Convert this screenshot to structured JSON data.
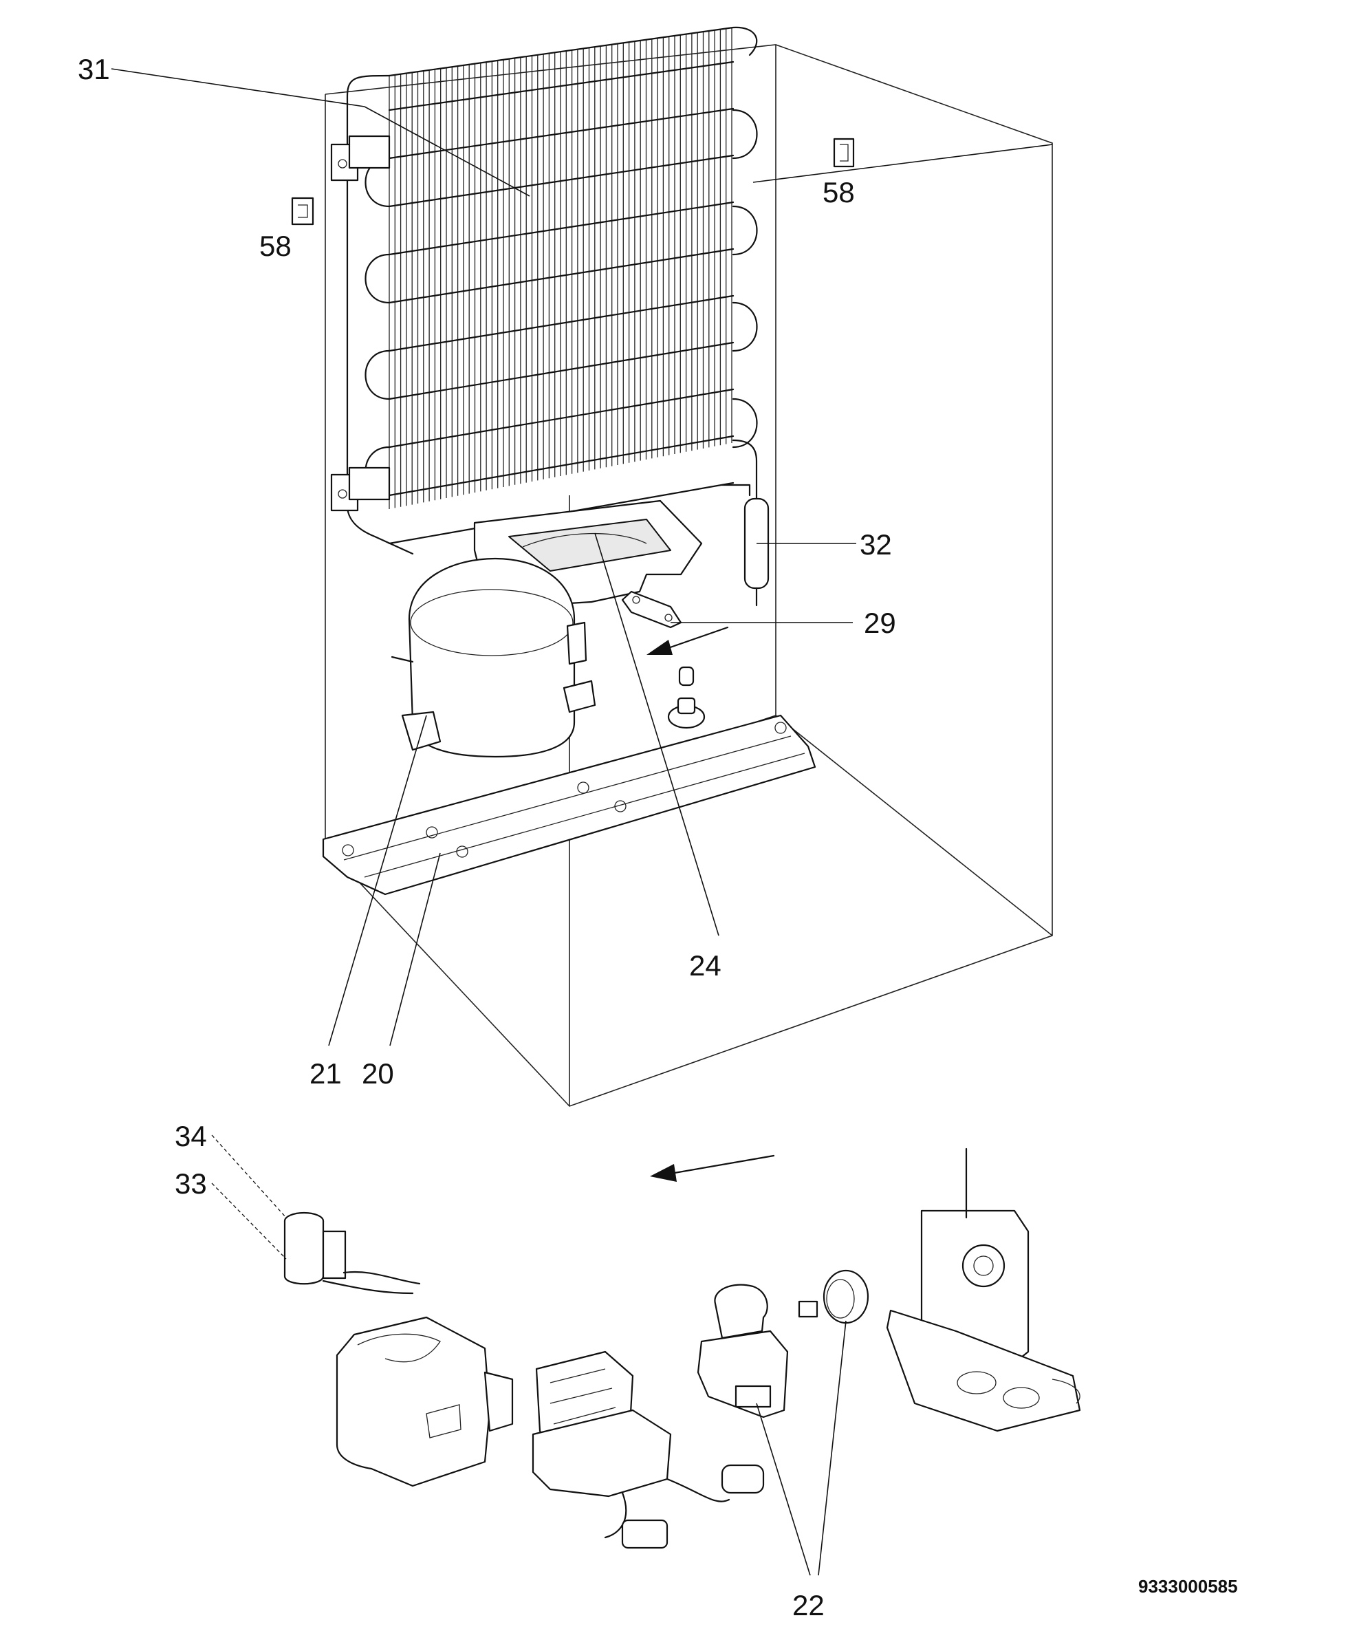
{
  "callouts": {
    "c31": "31",
    "c58a": "58",
    "c58b": "58",
    "c32": "32",
    "c29": "29",
    "c24": "24",
    "c21": "21",
    "c20": "20",
    "c34": "34",
    "c33": "33",
    "c22": "22"
  },
  "drawing_code": "9333000585"
}
